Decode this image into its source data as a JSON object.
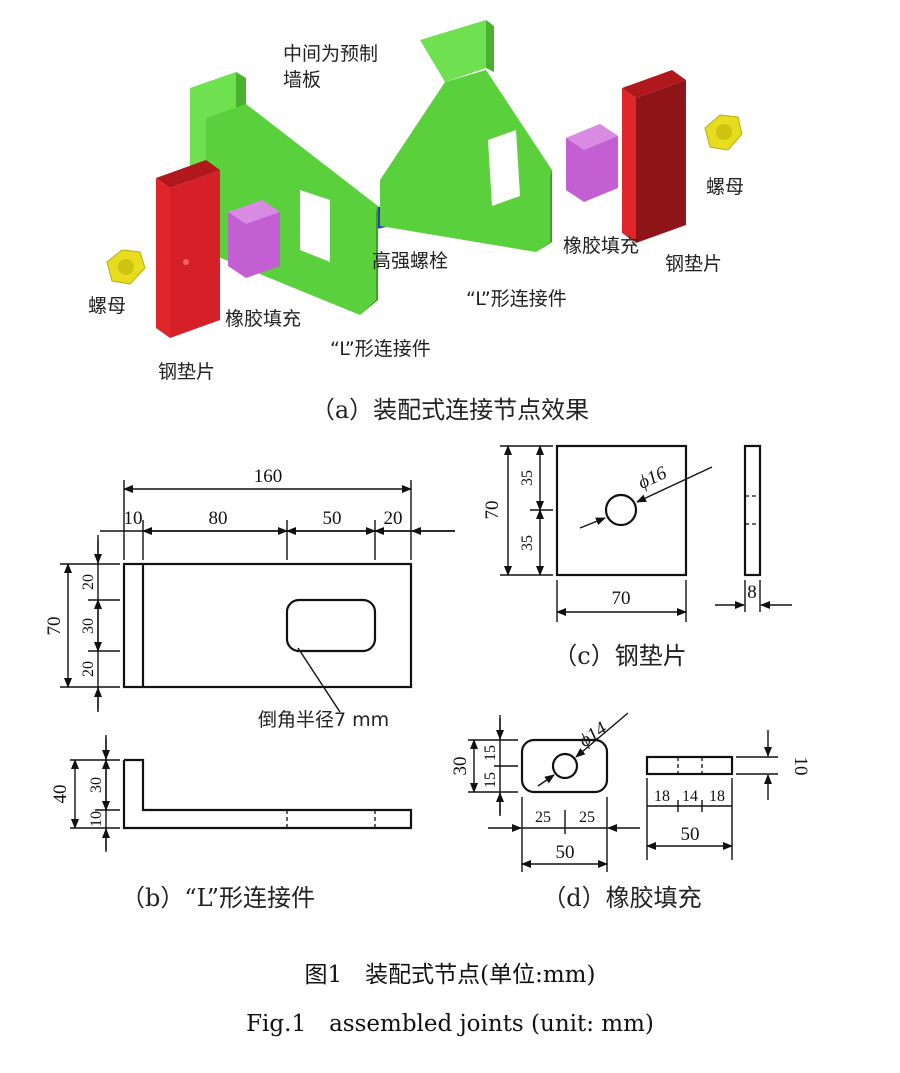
{
  "panel_a": {
    "caption": "（a）装配式连接节点效果",
    "labels": {
      "wall_panel": [
        "中间为预制",
        "墙板"
      ],
      "nut_right": "螺母",
      "nut_left": "螺母",
      "rubber_right": "橡胶填充",
      "rubber_left": "橡胶填充",
      "bolt": "高强螺栓",
      "steel_plate_right": "钢垫片",
      "steel_plate_left": "钢垫片",
      "l_conn_right": "“L”形连接件",
      "l_conn_left": "“L”形连接件"
    },
    "colors": {
      "l_connector": "#5ad13c",
      "steel_plate": "#e0262b",
      "rubber": "#c35fd2",
      "bolt": "#2a3ec4",
      "nut": "#e8dc1e"
    }
  },
  "panel_b": {
    "caption": "（b）“L”形连接件",
    "dims": {
      "total": "160",
      "seg1": "10",
      "seg2": "80",
      "seg3": "50",
      "seg4": "20",
      "height": "70",
      "v1": "20",
      "v2": "30",
      "v3": "20",
      "fillet_note": "倒角半径7 mm",
      "side_total": "40",
      "side_v1": "30",
      "side_v2": "10"
    }
  },
  "panel_c": {
    "caption": "（c）钢垫片",
    "dims": {
      "height": "70",
      "h1": "35",
      "h2": "35",
      "hole": "ϕ16",
      "width": "70",
      "thickness": "8"
    }
  },
  "panel_d": {
    "caption": "（d）橡胶填充",
    "dims": {
      "height": "30",
      "h1": "15",
      "h2": "15",
      "hole": "ϕ14",
      "w1": "25",
      "w2": "25",
      "width": "50",
      "s1": "18",
      "s2": "14",
      "s3": "18",
      "side_width": "50",
      "thickness": "10"
    }
  },
  "figure": {
    "title_cn": "图1　装配式节点(单位:mm)",
    "title_en": "Fig.1　assembled joints (unit: mm)"
  }
}
